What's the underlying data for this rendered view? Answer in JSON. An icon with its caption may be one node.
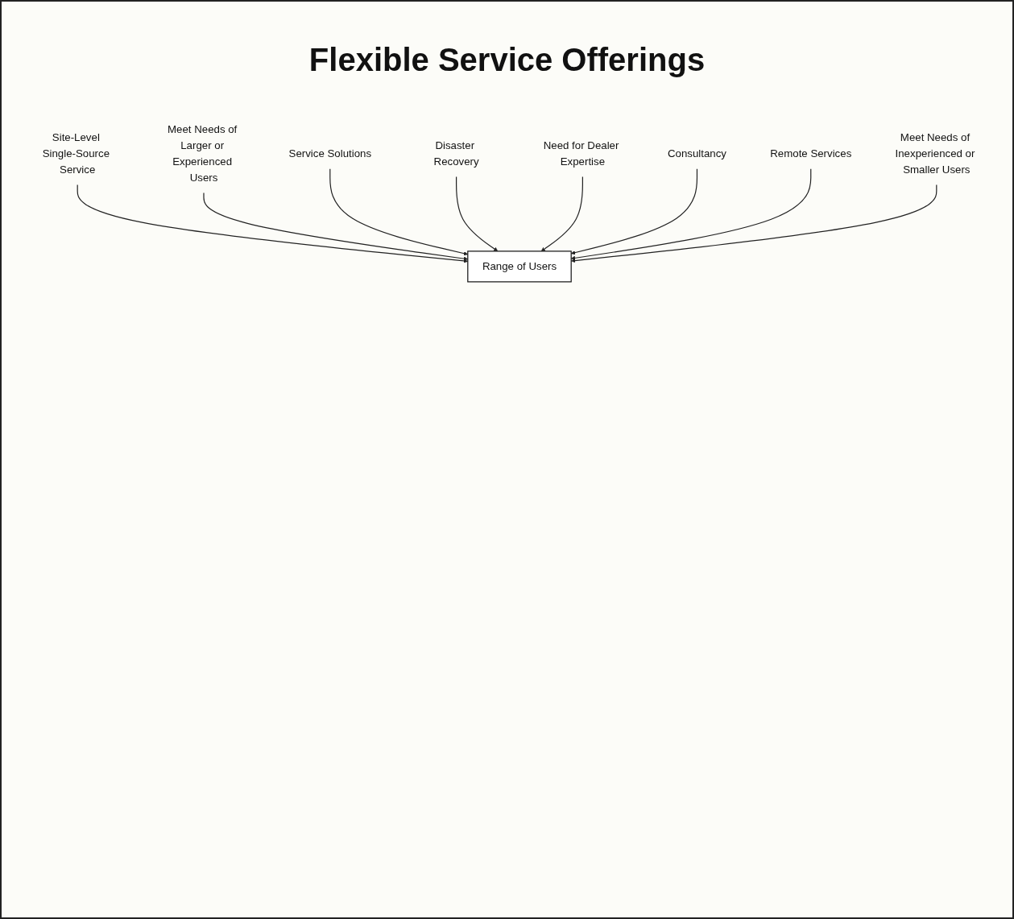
{
  "diagram": {
    "title": "Flexible Service Offerings",
    "nodes": [
      {
        "text": [
          "Site-Level Single-Source Service"
        ]
      },
      {
        "text": [
          "Meet Needs of Larger or Experienced Users"
        ]
      },
      {
        "text": [
          "Service Solutions"
        ]
      },
      {
        "text": [
          "Range of Users"
        ]
      },
      {
        "text": [
          "Disaster Recovery"
        ]
      },
      {
        "text": [
          "Need for Dealer Expertise"
        ]
      },
      {
        "text": [
          "Consultancy"
        ]
      },
      {
        "text": [
          "Remote Services"
        ]
      },
      {
        "text": [
          "Meet Needs of Inexperienced or Smaller Users"
        ]
      }
    ],
    "edges": [
      {
        "from": 0,
        "to": 3,
        "arrow": "to"
      },
      {
        "from": 1,
        "to": 3,
        "arrow": "to"
      },
      {
        "from": 2,
        "to": 3,
        "arrow": "to"
      },
      {
        "from": 4,
        "to": 3,
        "arrow": "to"
      },
      {
        "from": 5,
        "to": 3,
        "arrow": "to"
      },
      {
        "from": 6,
        "to": 3,
        "arrow": "to"
      },
      {
        "from": 7,
        "to": 3,
        "arrow": "to"
      },
      {
        "from": 8,
        "to": 3,
        "arrow": "to"
      }
    ]
  }
}
